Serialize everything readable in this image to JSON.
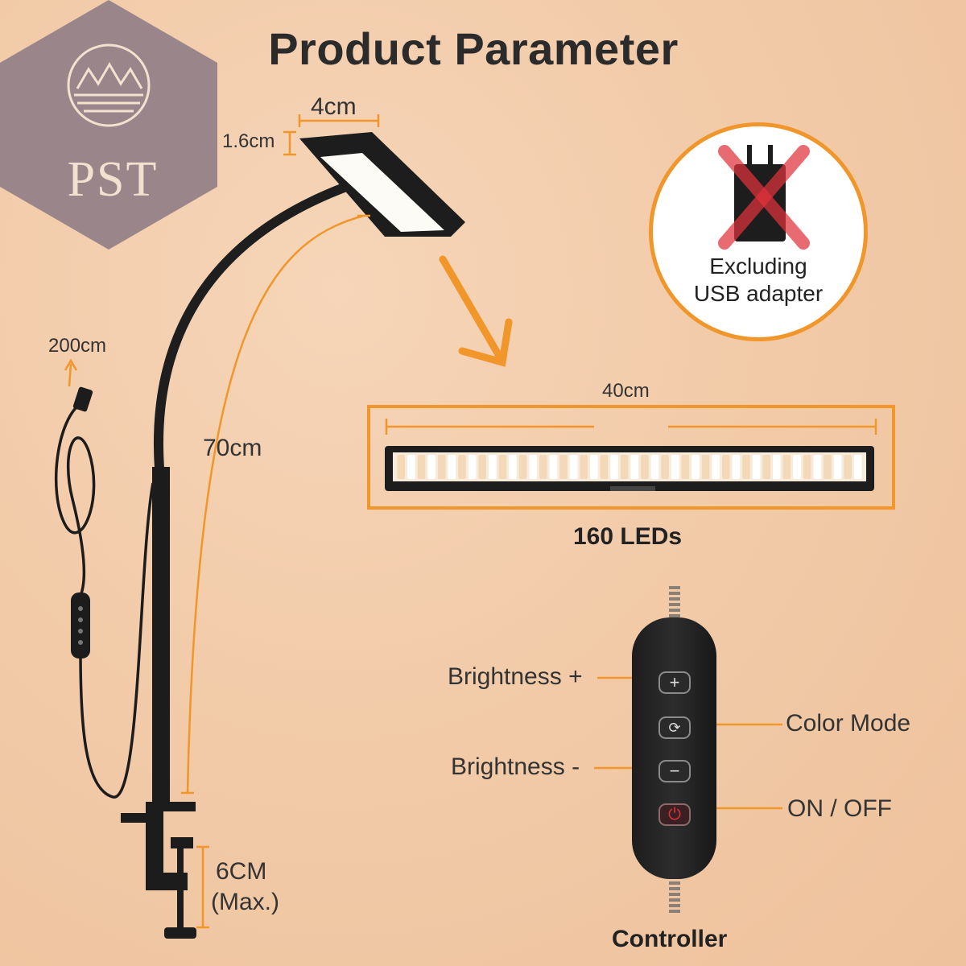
{
  "header": {
    "title": "Product Parameter"
  },
  "badge": {
    "text": "PST"
  },
  "dimensions": {
    "head_width": "4cm",
    "head_thickness": "1.6cm",
    "arm_length": "70cm",
    "cable_length": "200cm",
    "clamp_opening": "6CM",
    "clamp_opening_note": "(Max.)",
    "strip_length": "40cm"
  },
  "adapter_note": {
    "line1": "Excluding",
    "line2": "USB adapter"
  },
  "led": {
    "count_label": "160 LEDs"
  },
  "controller": {
    "title": "Controller",
    "buttons": [
      {
        "label": "Brightness +",
        "icon": "plus-icon"
      },
      {
        "label": "Color Mode",
        "icon": "color-mode-icon"
      },
      {
        "label": "Brightness -",
        "icon": "minus-icon"
      },
      {
        "label": "ON / OFF",
        "icon": "power-icon"
      }
    ]
  },
  "colors": {
    "accent": "#f0962a",
    "badge": "#9a858b",
    "background": "#f2cba9",
    "device": "#1e1e1e",
    "power_red": "#e0323c"
  }
}
